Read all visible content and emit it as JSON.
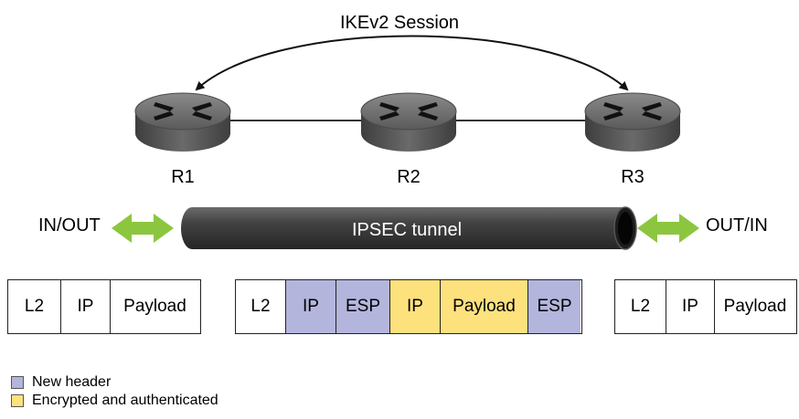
{
  "session_label": "IKEv2 Session",
  "routers": [
    {
      "label": "R1"
    },
    {
      "label": "R2"
    },
    {
      "label": "R3"
    }
  ],
  "tunnel": {
    "label": "IPSEC tunnel"
  },
  "side_labels": {
    "left": "IN/OUT",
    "right": "OUT/IN"
  },
  "packets": [
    {
      "cells": [
        {
          "label": "L2",
          "kind": "plain"
        },
        {
          "label": "IP",
          "kind": "plain"
        },
        {
          "label": "Payload",
          "kind": "plain"
        }
      ]
    },
    {
      "cells": [
        {
          "label": "L2",
          "kind": "plain"
        },
        {
          "label": "IP",
          "kind": "new"
        },
        {
          "label": "ESP",
          "kind": "new"
        },
        {
          "label": "IP",
          "kind": "enc"
        },
        {
          "label": "Payload",
          "kind": "enc"
        },
        {
          "label": "ESP",
          "kind": "new"
        }
      ]
    },
    {
      "cells": [
        {
          "label": "L2",
          "kind": "plain"
        },
        {
          "label": "IP",
          "kind": "plain"
        },
        {
          "label": "Payload",
          "kind": "plain"
        }
      ]
    }
  ],
  "legend": [
    {
      "label": "New header",
      "color": "#b4b5dd"
    },
    {
      "label": "Encrypted and authenticated",
      "color": "#fde17d"
    }
  ],
  "colors": {
    "new_header": "#b4b5dd",
    "encrypted": "#fde17d",
    "double_arrow": "#8cc63f",
    "tunnel": "#3d3d3d",
    "router": "#555555"
  }
}
